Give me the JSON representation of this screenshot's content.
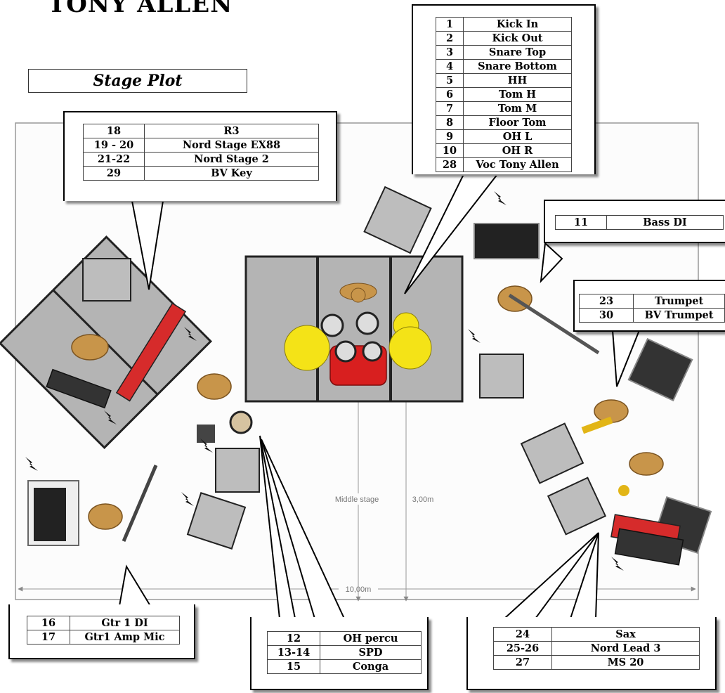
{
  "title": "TONY ALLEN",
  "subtitle": "Stage Plot",
  "dimensions": {
    "width": "10,00m",
    "depth": "3,00m",
    "center": "Middle stage"
  },
  "input_groups": {
    "keys": [
      {
        "ch": "18",
        "name": "R3"
      },
      {
        "ch": "19 - 20",
        "name": "Nord Stage EX88"
      },
      {
        "ch": "21-22",
        "name": "Nord Stage 2"
      },
      {
        "ch": "29",
        "name": "BV Key"
      }
    ],
    "drums": [
      {
        "ch": "1",
        "name": "Kick In"
      },
      {
        "ch": "2",
        "name": "Kick Out"
      },
      {
        "ch": "3",
        "name": "Snare Top"
      },
      {
        "ch": "4",
        "name": "Snare Bottom"
      },
      {
        "ch": "5",
        "name": "HH"
      },
      {
        "ch": "6",
        "name": "Tom H"
      },
      {
        "ch": "7",
        "name": "Tom M"
      },
      {
        "ch": "8",
        "name": "Floor Tom"
      },
      {
        "ch": "9",
        "name": "OH L"
      },
      {
        "ch": "10",
        "name": "OH R"
      },
      {
        "ch": "28",
        "name": "Voc Tony Allen"
      }
    ],
    "bass": [
      {
        "ch": "11",
        "name": "Bass DI"
      }
    ],
    "trumpet": [
      {
        "ch": "23",
        "name": "Trumpet"
      },
      {
        "ch": "30",
        "name": "BV Trumpet"
      }
    ],
    "guitar": [
      {
        "ch": "16",
        "name": "Gtr 1 DI"
      },
      {
        "ch": "17",
        "name": "Gtr1  Amp Mic"
      }
    ],
    "percussion": [
      {
        "ch": "12",
        "name": "OH percu"
      },
      {
        "ch": "13-14",
        "name": "SPD"
      },
      {
        "ch": "15",
        "name": "Conga"
      }
    ],
    "sax_keys": [
      {
        "ch": "24",
        "name": "Sax"
      },
      {
        "ch": "25-26",
        "name": "Nord Lead 3"
      },
      {
        "ch": "27",
        "name": "MS 20"
      }
    ]
  },
  "colors": {
    "riser": "#b4b4b4",
    "cymbal": "#f4e317",
    "drumshell": "#d81f1f",
    "figure": "#c8954a",
    "keyboard": "#d62b2b"
  }
}
